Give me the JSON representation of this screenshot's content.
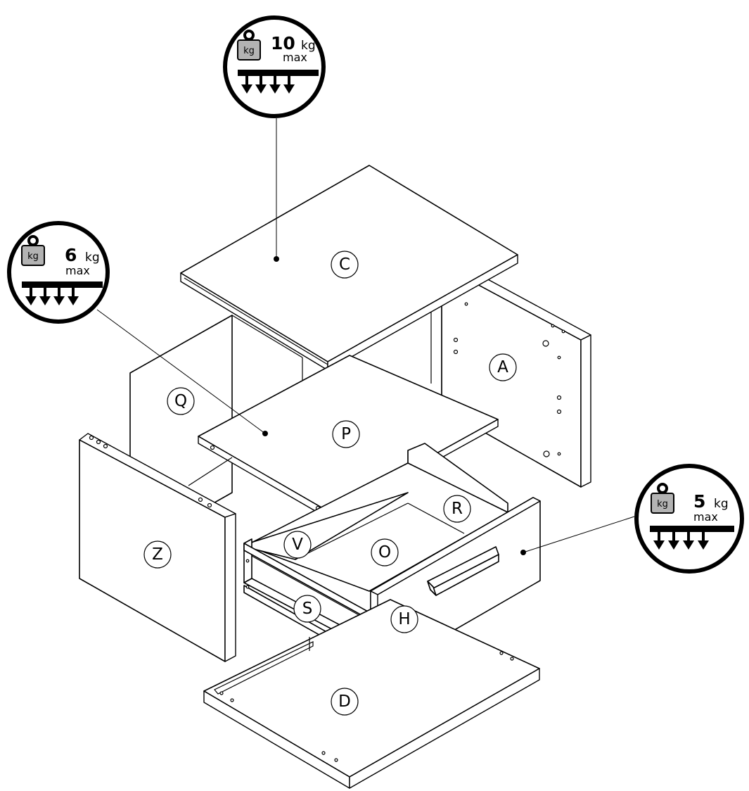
{
  "parts": {
    "C": "C",
    "A": "A",
    "Q": "Q",
    "P": "P",
    "Z": "Z",
    "R": "R",
    "V": "V",
    "O": "O",
    "S": "S",
    "H": "H",
    "D": "D"
  },
  "weight_limits": {
    "top": {
      "icon_label": "kg",
      "value": "10",
      "unit": "kg",
      "qualifier": "max",
      "part": "C"
    },
    "shelf": {
      "icon_label": "kg",
      "value": "6",
      "unit": "kg",
      "qualifier": "max",
      "part": "P"
    },
    "drawer": {
      "icon_label": "kg",
      "value": "5",
      "unit": "kg",
      "qualifier": "max",
      "part": "H"
    }
  },
  "colors": {
    "line": "#000000",
    "background": "#ffffff",
    "weight_icon_fill": "#b3b3b3"
  }
}
